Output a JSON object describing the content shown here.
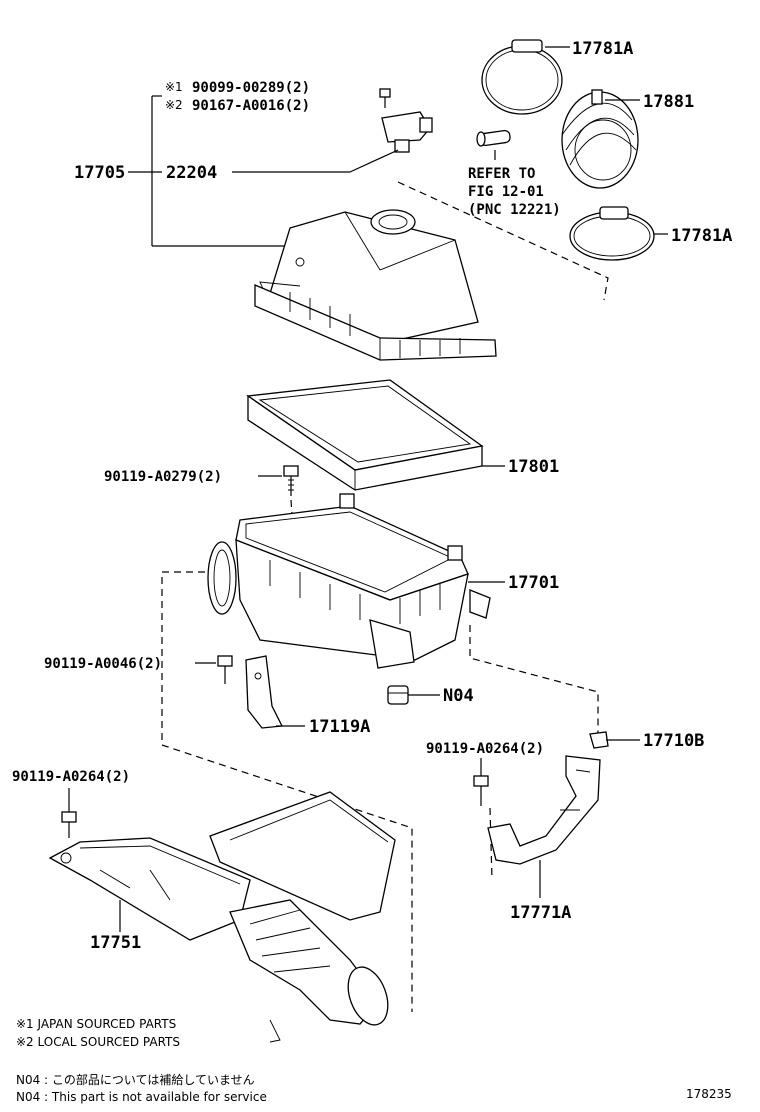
{
  "parts": {
    "p17781a_top": "17781A",
    "p17881": "17881",
    "p17781a_mid": "17781A",
    "refer_1": "REFER TO",
    "refer_2": "FIG 12-01",
    "refer_3": "(PNC 12221)",
    "bolt_1_mark": "※1",
    "bolt_1": "90099-00289(2)",
    "bolt_2_mark": "※2",
    "bolt_2": "90167-A0016(2)",
    "p17705": "17705",
    "p22204": "22204",
    "p17801": "17801",
    "bolt_a0279": "90119-A0279(2)",
    "p17701": "17701",
    "bolt_a0046": "90119-A0046(2)",
    "n04": "N04",
    "p17119a": "17119A",
    "bolt_a0264_right": "90119-A0264(2)",
    "p17710b": "17710B",
    "bolt_a0264_left": "90119-A0264(2)",
    "p17751": "17751",
    "p17771a": "17771A"
  },
  "legend": {
    "japan": "※1 JAPAN SOURCED PARTS",
    "local": "※2 LOCAL SOURCED PARTS",
    "n04_jp": "N04 : この部品については補給していません",
    "n04_en": "N04 : This part is not available for service"
  },
  "figure_number": "178235"
}
